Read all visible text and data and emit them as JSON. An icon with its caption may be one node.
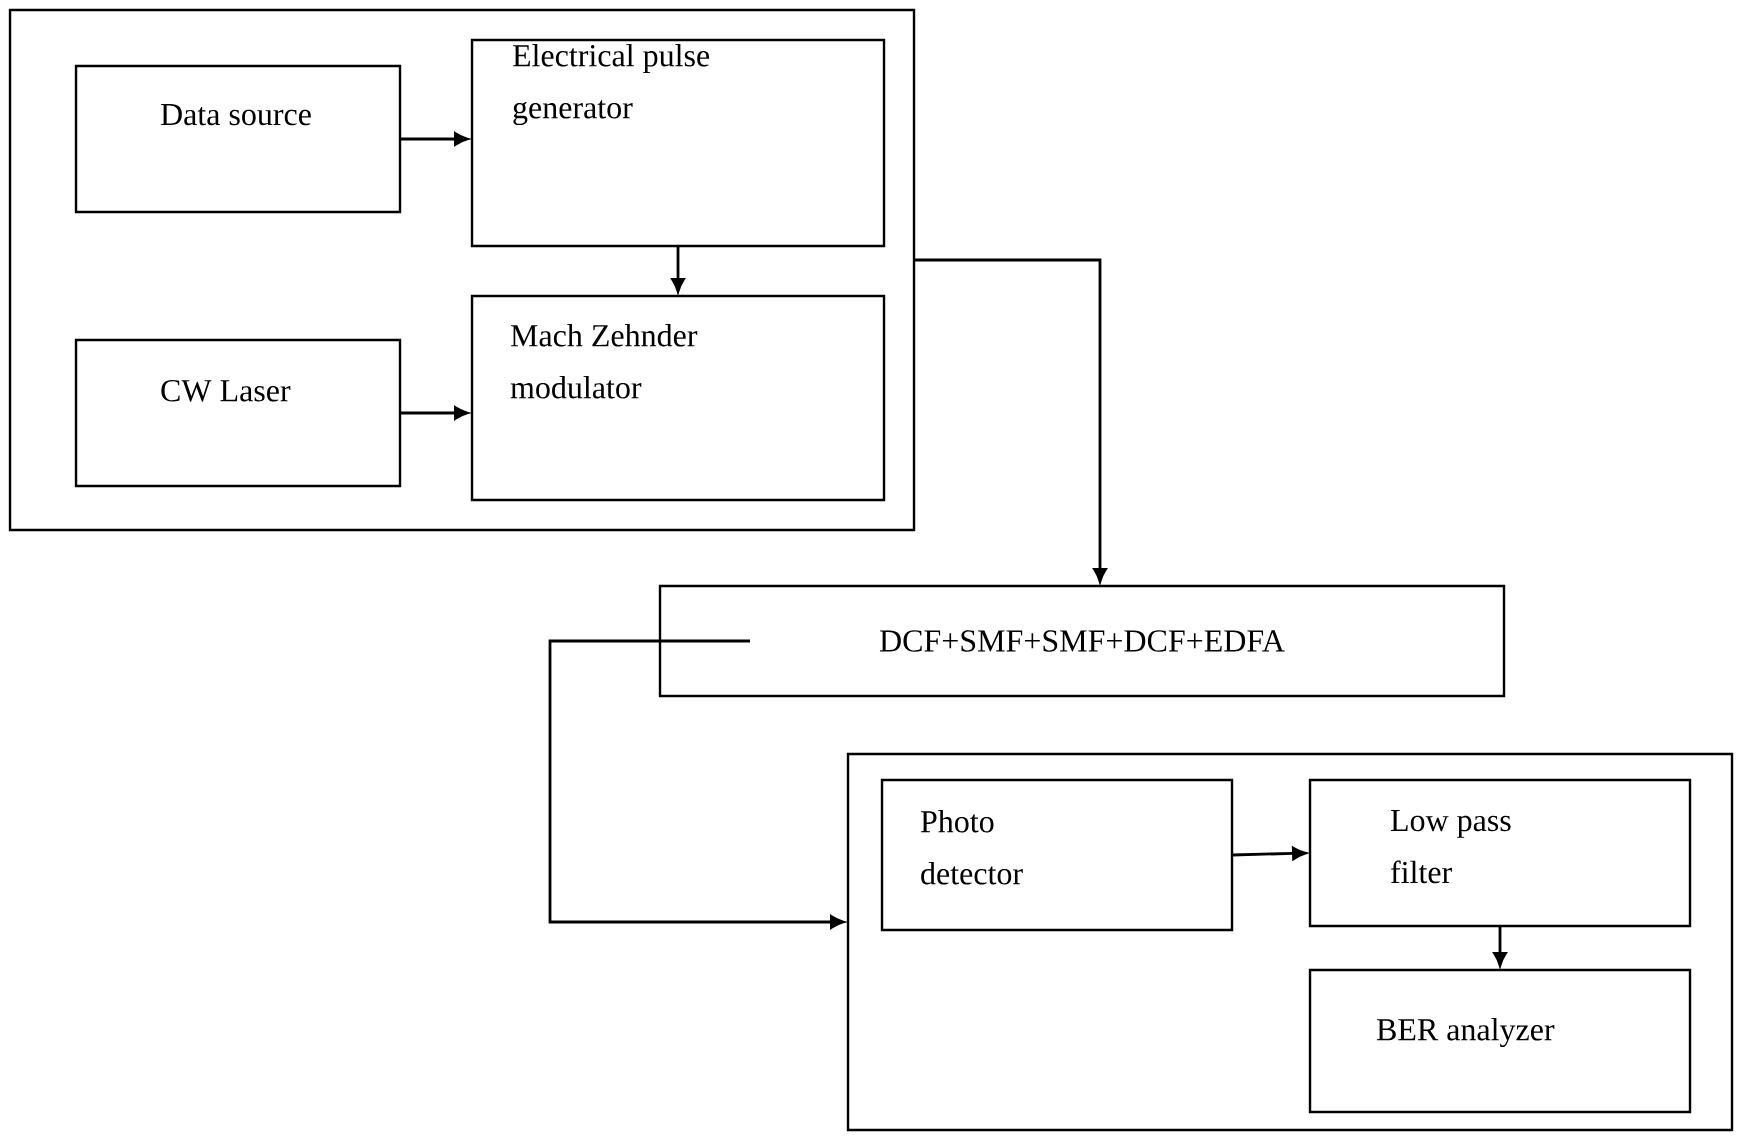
{
  "diagram": {
    "nodes": [
      {
        "text": [],
        "shape": "box"
      },
      {
        "text": [
          "Data source"
        ],
        "in": 0
      },
      {
        "text": [
          "Electrical pulse generator"
        ],
        "in": 0
      },
      {
        "text": [
          "CW Laser"
        ],
        "in": 0
      },
      {
        "text": [
          "Mach Zehnder modulator"
        ],
        "in": 0
      },
      {
        "text": [
          "DCF+SMF+SMF+DCF+EDFA"
        ]
      },
      {
        "text": [],
        "shape": "box"
      },
      {
        "text": [
          "Photo detector"
        ],
        "in": 6
      },
      {
        "text": [
          "Low pass filter"
        ],
        "in": 6
      },
      {
        "text": [
          "BER analyzer"
        ],
        "in": 6
      }
    ],
    "edges": [
      {
        "from": 1,
        "to": 2,
        "arrow": "to"
      },
      {
        "from": 2,
        "to": 4,
        "arrow": "to"
      },
      {
        "from": 3,
        "to": 4,
        "arrow": "to"
      },
      {
        "from": 0,
        "to": 5,
        "arrow": "to"
      },
      {
        "from": 5,
        "to": 6,
        "arrow": "to"
      },
      {
        "from": 7,
        "to": 8,
        "arrow": "to"
      },
      {
        "from": 8,
        "to": 9,
        "arrow": "to"
      }
    ]
  }
}
